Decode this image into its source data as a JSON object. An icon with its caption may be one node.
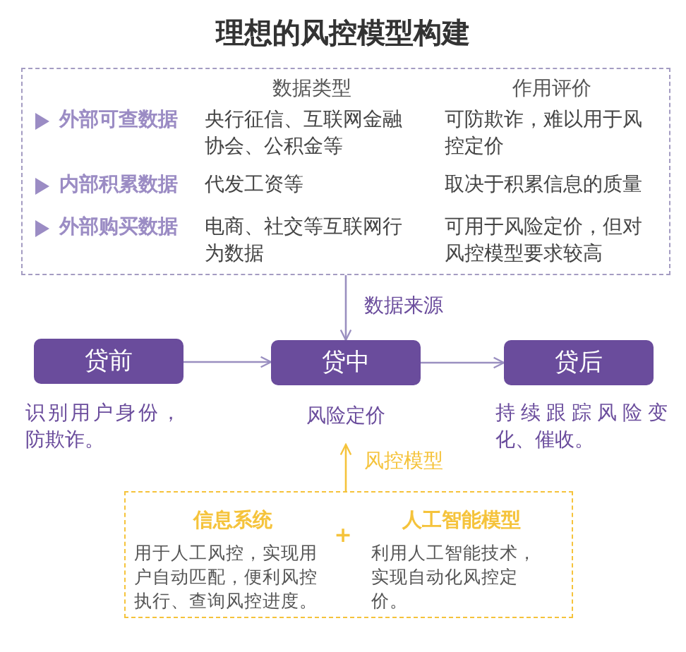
{
  "diagram": {
    "title": "理想的风控模型构建",
    "nodes": [
      {
        "text": [],
        "shape": "box"
      },
      {
        "text": [
          "贷前"
        ],
        "beside": [
          "识别用户身份，防欺诈。"
        ]
      },
      {
        "text": [
          "贷中"
        ],
        "beside": [
          "风险定价"
        ]
      },
      {
        "text": [
          "贷后"
        ],
        "beside": [
          "持续跟踪风险变化、催收。"
        ]
      },
      {
        "text": [],
        "shape": "box"
      },
      {
        "text": [
          "信息系统",
          "用于人工风控，实现用户自动匹配，便利风控执行、查询风控进度。"
        ],
        "in": 4
      },
      {
        "text": [
          "人工智能模型",
          "利用人工智能技术，实现自动化风控定价。"
        ],
        "in": 4
      }
    ],
    "edges": [
      {
        "from": 0,
        "to": 2,
        "arrow": "to",
        "label": "数据来源"
      },
      {
        "from": 1,
        "to": 2,
        "arrow": "to"
      },
      {
        "from": 2,
        "to": 3,
        "arrow": "to"
      },
      {
        "from": 4,
        "to": 2,
        "arrow": "to",
        "label": "风控模型",
        "color": "#f5c33b"
      }
    ],
    "labels": [
      "数据类型",
      "作用评价",
      "外部可查数据",
      "央行征信、互联网金融协会、公积金等",
      "可防欺诈，难以用于风控定价",
      "内部积累数据",
      "代发工资等",
      "取决于积累信息的质量",
      "外部购买数据",
      "电商、社交等互联网行为数据",
      "可用于风险定价，但对风控模型要求较高",
      "+"
    ]
  }
}
